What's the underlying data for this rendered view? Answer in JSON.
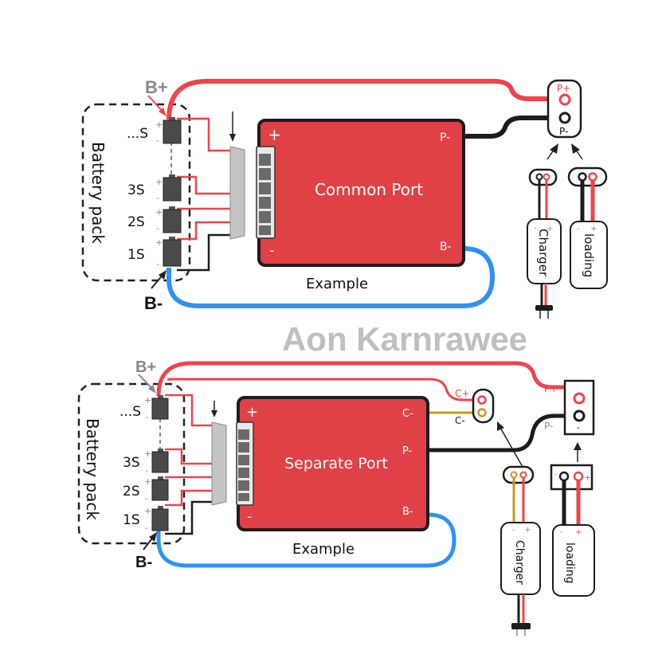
{
  "watermark": "Aon Karnrawee",
  "colors": {
    "red_wire": "#f0434a",
    "black_wire": "#1c1c1c",
    "blue_wire": "#2f92ee",
    "gold_wire": "#c99a1b",
    "board": "#e04146",
    "cell": "#4a4a4a",
    "watermark": "#bfbfbf"
  },
  "diagrams": [
    {
      "id": "common",
      "board_title": "Common Port",
      "board_plus": "+",
      "board_minus": "-",
      "terminal_p_minus": "P-",
      "terminal_b_minus": "B-",
      "pack_label": "Battery pack",
      "cells": [
        "...S",
        "3S",
        "2S",
        "1S"
      ],
      "b_plus": "B+",
      "b_minus": "B-",
      "example": "Example",
      "output_plus": "P+",
      "output_minus": "P-",
      "charger": "Charger",
      "load": "loading",
      "pol_plus": "+",
      "pol_minus": "-"
    },
    {
      "id": "separate",
      "board_title": "Separate Port",
      "board_plus": "+",
      "board_minus": "-",
      "terminal_c_minus": "C-",
      "terminal_p_minus": "P-",
      "terminal_b_minus": "B-",
      "pack_label": "Battery pack",
      "cells": [
        "...S",
        "3S",
        "2S",
        "1S"
      ],
      "b_plus": "B+",
      "b_minus": "B-",
      "example": "Example",
      "charge_plus": "C+",
      "charge_minus": "C-",
      "output_plus": "P+",
      "output_minus": "P-",
      "output_box_minus": "-",
      "charger": "Charger",
      "load": "loading",
      "pol_plus": "+",
      "pol_minus": "-"
    }
  ]
}
